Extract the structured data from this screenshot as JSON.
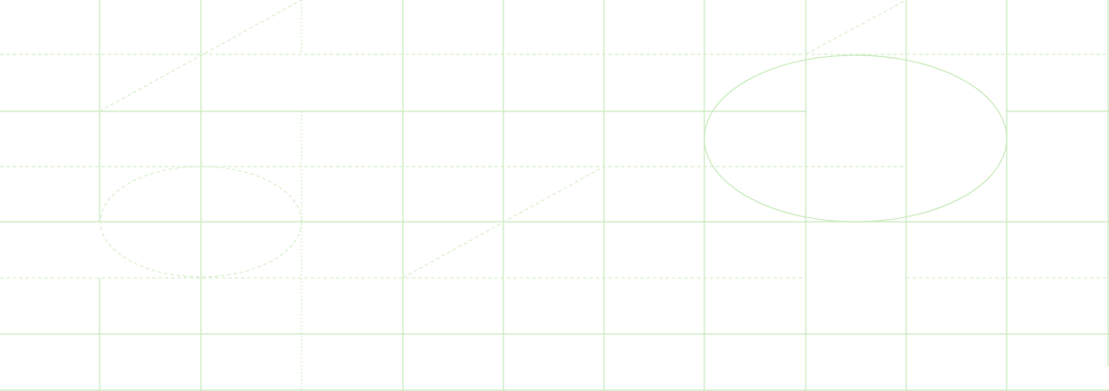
{
  "style": {
    "background": "#ffffff",
    "line_color": "#c9ebbd",
    "dash_color": "#d9f0cf"
  },
  "diagram": {
    "shape_count": 26,
    "kinds": [
      "solid-line",
      "dashed-line",
      "dotted-line",
      "dashed-ellipse",
      "solid-ellipse"
    ]
  }
}
